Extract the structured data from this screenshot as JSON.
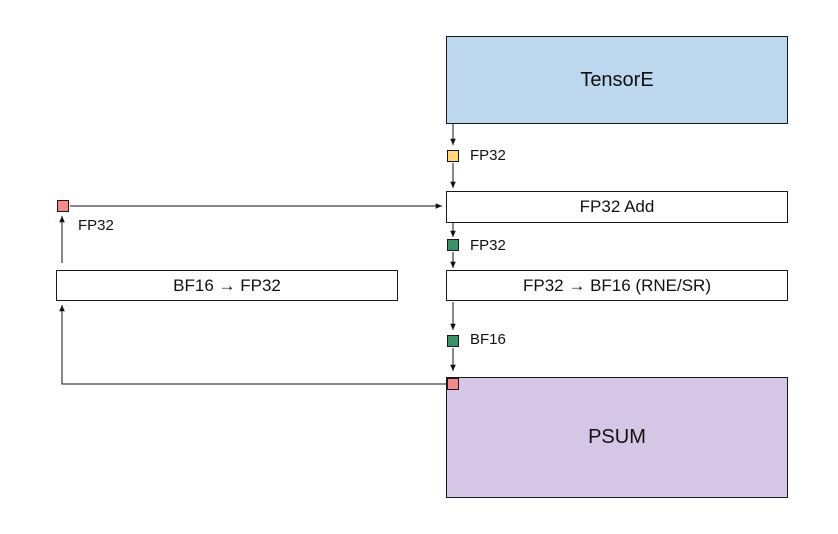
{
  "blocks": {
    "tensore": "TensorE",
    "fp32_add": "FP32 Add",
    "bf16_to_fp32": "BF16 → FP32",
    "fp32_to_bf16": "FP32 → BF16 (RNE/SR)",
    "psum": "PSUM"
  },
  "labels": {
    "tensore_out": "FP32",
    "feedback": "FP32",
    "add_out": "FP32",
    "round_out": "BF16"
  },
  "colors": {
    "tensore_fill": "#bdd7ee",
    "psum_fill": "#d5c6e6",
    "yellow_square": "#ffd77a",
    "green_square": "#3a9168",
    "red_square": "#f28a8a"
  }
}
